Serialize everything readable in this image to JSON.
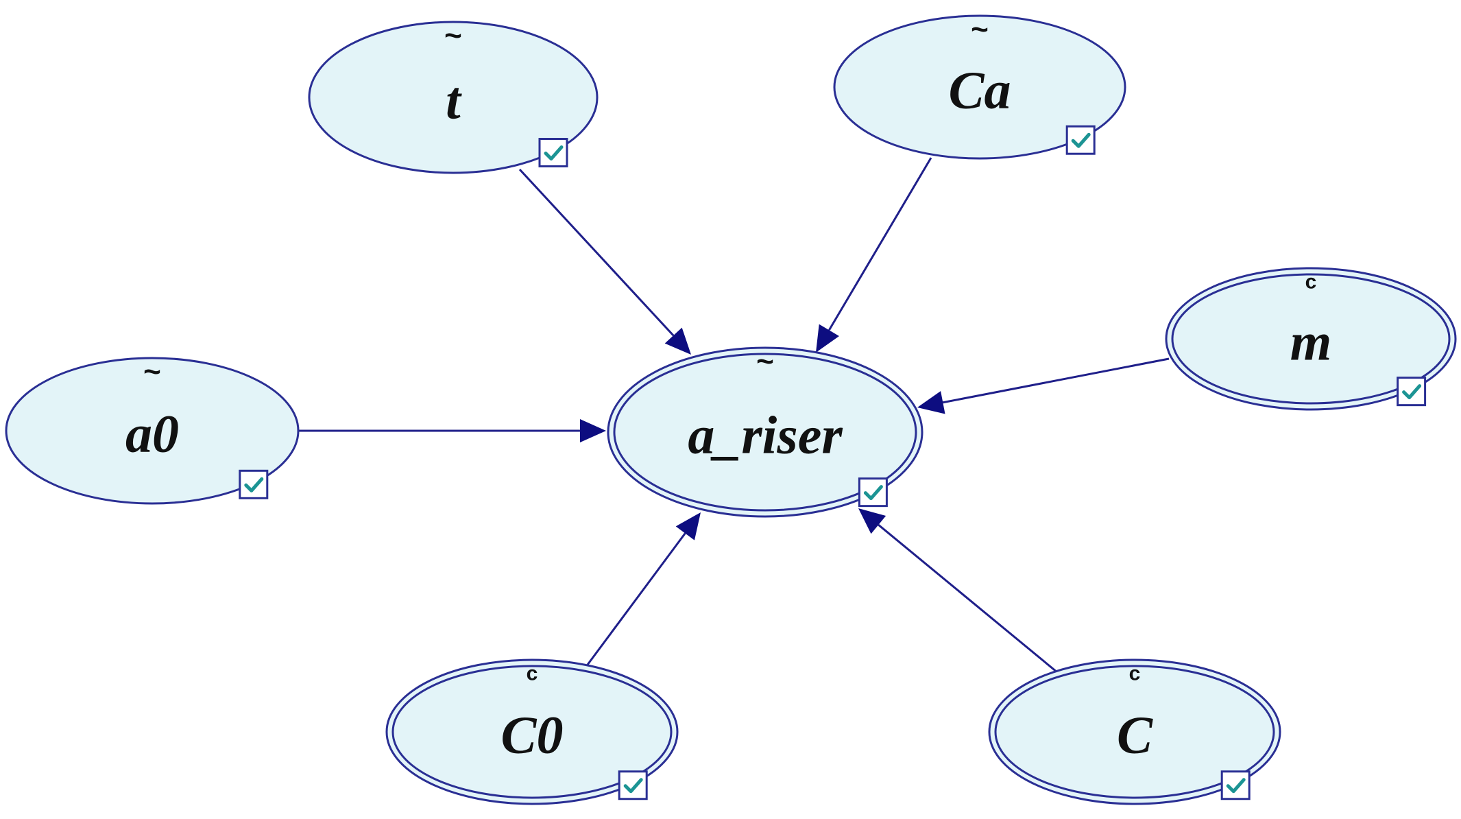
{
  "diagram": {
    "nodes": [
      {
        "id": "t",
        "label": "t",
        "marker": "~",
        "kind": "chance",
        "checked": true
      },
      {
        "id": "Ca",
        "label": "Ca",
        "marker": "~",
        "kind": "chance",
        "checked": true
      },
      {
        "id": "m",
        "label": "m",
        "marker": "c",
        "kind": "deterministic",
        "checked": true
      },
      {
        "id": "a0",
        "label": "a0",
        "marker": "~",
        "kind": "chance",
        "checked": true
      },
      {
        "id": "a_riser",
        "label": "a_riser",
        "marker": "~",
        "kind": "deterministic",
        "checked": true
      },
      {
        "id": "C0",
        "label": "C0",
        "marker": "c",
        "kind": "deterministic",
        "checked": true
      },
      {
        "id": "C",
        "label": "C",
        "marker": "c",
        "kind": "deterministic",
        "checked": true
      }
    ],
    "edges": [
      {
        "from": "t",
        "to": "a_riser"
      },
      {
        "from": "Ca",
        "to": "a_riser"
      },
      {
        "from": "m",
        "to": "a_riser"
      },
      {
        "from": "a0",
        "to": "a_riser"
      },
      {
        "from": "C0",
        "to": "a_riser"
      },
      {
        "from": "C",
        "to": "a_riser"
      }
    ],
    "colors": {
      "node_fill": "#e3f4f8",
      "node_stroke": "#2a2f94",
      "edge": "#1f1f8a",
      "arrowhead": "#0d0d80",
      "checkmark": "#1c9494"
    }
  }
}
